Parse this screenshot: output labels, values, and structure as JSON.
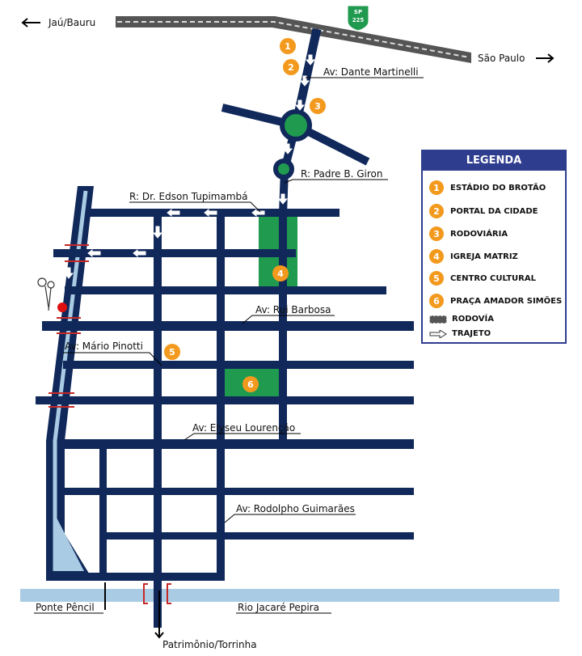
{
  "top_left_label": "Jaú/Bauru",
  "top_right_label": "São Paulo",
  "highway_badge": {
    "line1": "SP",
    "line2": "225",
    "color": "#1f9a4f"
  },
  "streets": {
    "dante": "Av: Dante Martinelli",
    "giron": "R: Padre B. Giron",
    "edson": "R: Dr. Edson Tupimambá",
    "rui": "Av: Rui Barbosa",
    "mario": "Av: Mário Pinotti",
    "elyseu": "Av: Elyseu Lourenção",
    "rodolpho": "Av: Rodolpho Guimarães"
  },
  "bottom_labels": {
    "ponte": "Ponte Pêncil",
    "rio": "Rio Jacaré Pepira",
    "destino": "Patrimônio/Torrinha"
  },
  "markers": [
    "1",
    "2",
    "3",
    "4",
    "5",
    "6"
  ],
  "legend": {
    "title": "LEGENDA",
    "items": [
      {
        "num": "1",
        "label": "ESTÁDIO DO BROTÃO"
      },
      {
        "num": "2",
        "label": "PORTAL DA CIDADE"
      },
      {
        "num": "3",
        "label": "RODOVIÁRIA"
      },
      {
        "num": "4",
        "label": "IGREJA MATRIZ"
      },
      {
        "num": "5",
        "label": "CENTRO CULTURAL"
      },
      {
        "num": "6",
        "label": "PRAÇA AMADOR SIMÕES"
      }
    ],
    "rodovia": "RODOVÍA",
    "trajeto": "TRAJETO"
  },
  "colors": {
    "road": "#10285a",
    "river": "#a9cbe3",
    "green": "#1f9a4f",
    "marker": "#f39a1e",
    "highway": "#555555",
    "legend": "#2f3d8f"
  }
}
